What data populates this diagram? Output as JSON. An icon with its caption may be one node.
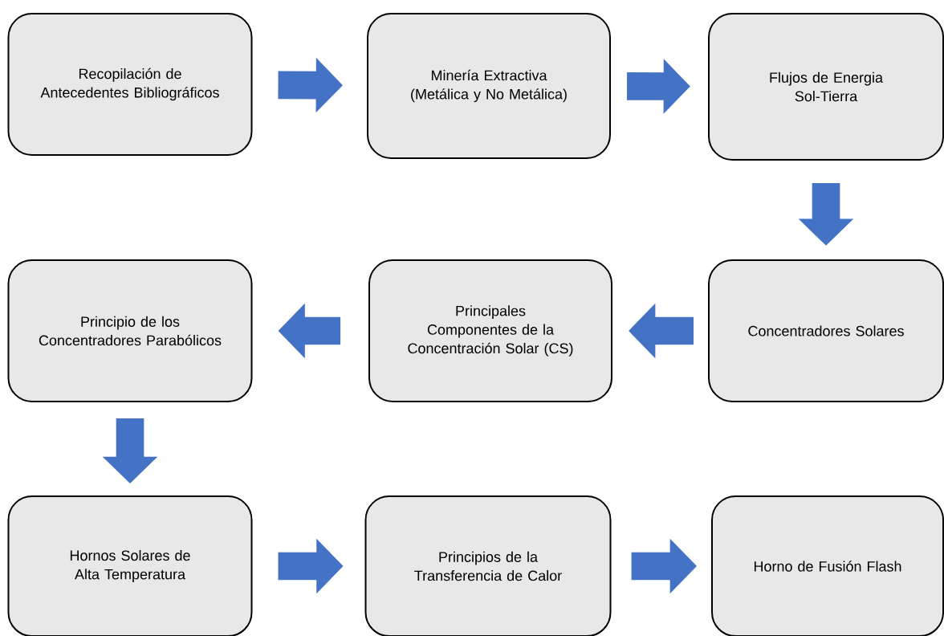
{
  "diagram": {
    "nodes": [
      {
        "text": [
          "Recopilación de Antecedentes Bibliográficos"
        ]
      },
      {
        "text": [
          "Minería Extractiva (Metálica y No Metálica)"
        ]
      },
      {
        "text": [
          "Flujos de Energia Sol-Tierra"
        ]
      },
      {
        "text": [
          "Concentradores Solares"
        ]
      },
      {
        "text": [
          "Principales Componentes de la Concentración Solar (CS)"
        ]
      },
      {
        "text": [
          "Principio de los Concentradores Parabólicos"
        ]
      },
      {
        "text": [
          "Hornos Solares de Alta Temperatura"
        ]
      },
      {
        "text": [
          "Principios de la Transferencia de Calor"
        ]
      },
      {
        "text": [
          "Horno de Fusión Flash"
        ]
      }
    ],
    "edges": [
      {
        "from": 0,
        "to": 1,
        "arrow": "to"
      },
      {
        "from": 1,
        "to": 2,
        "arrow": "to"
      },
      {
        "from": 2,
        "to": 3,
        "arrow": "to"
      },
      {
        "from": 3,
        "to": 4,
        "arrow": "to"
      },
      {
        "from": 4,
        "to": 5,
        "arrow": "to"
      },
      {
        "from": 5,
        "to": 6,
        "arrow": "to"
      },
      {
        "from": 6,
        "to": 7,
        "arrow": "to"
      },
      {
        "from": 7,
        "to": 8,
        "arrow": "to"
      }
    ]
  }
}
